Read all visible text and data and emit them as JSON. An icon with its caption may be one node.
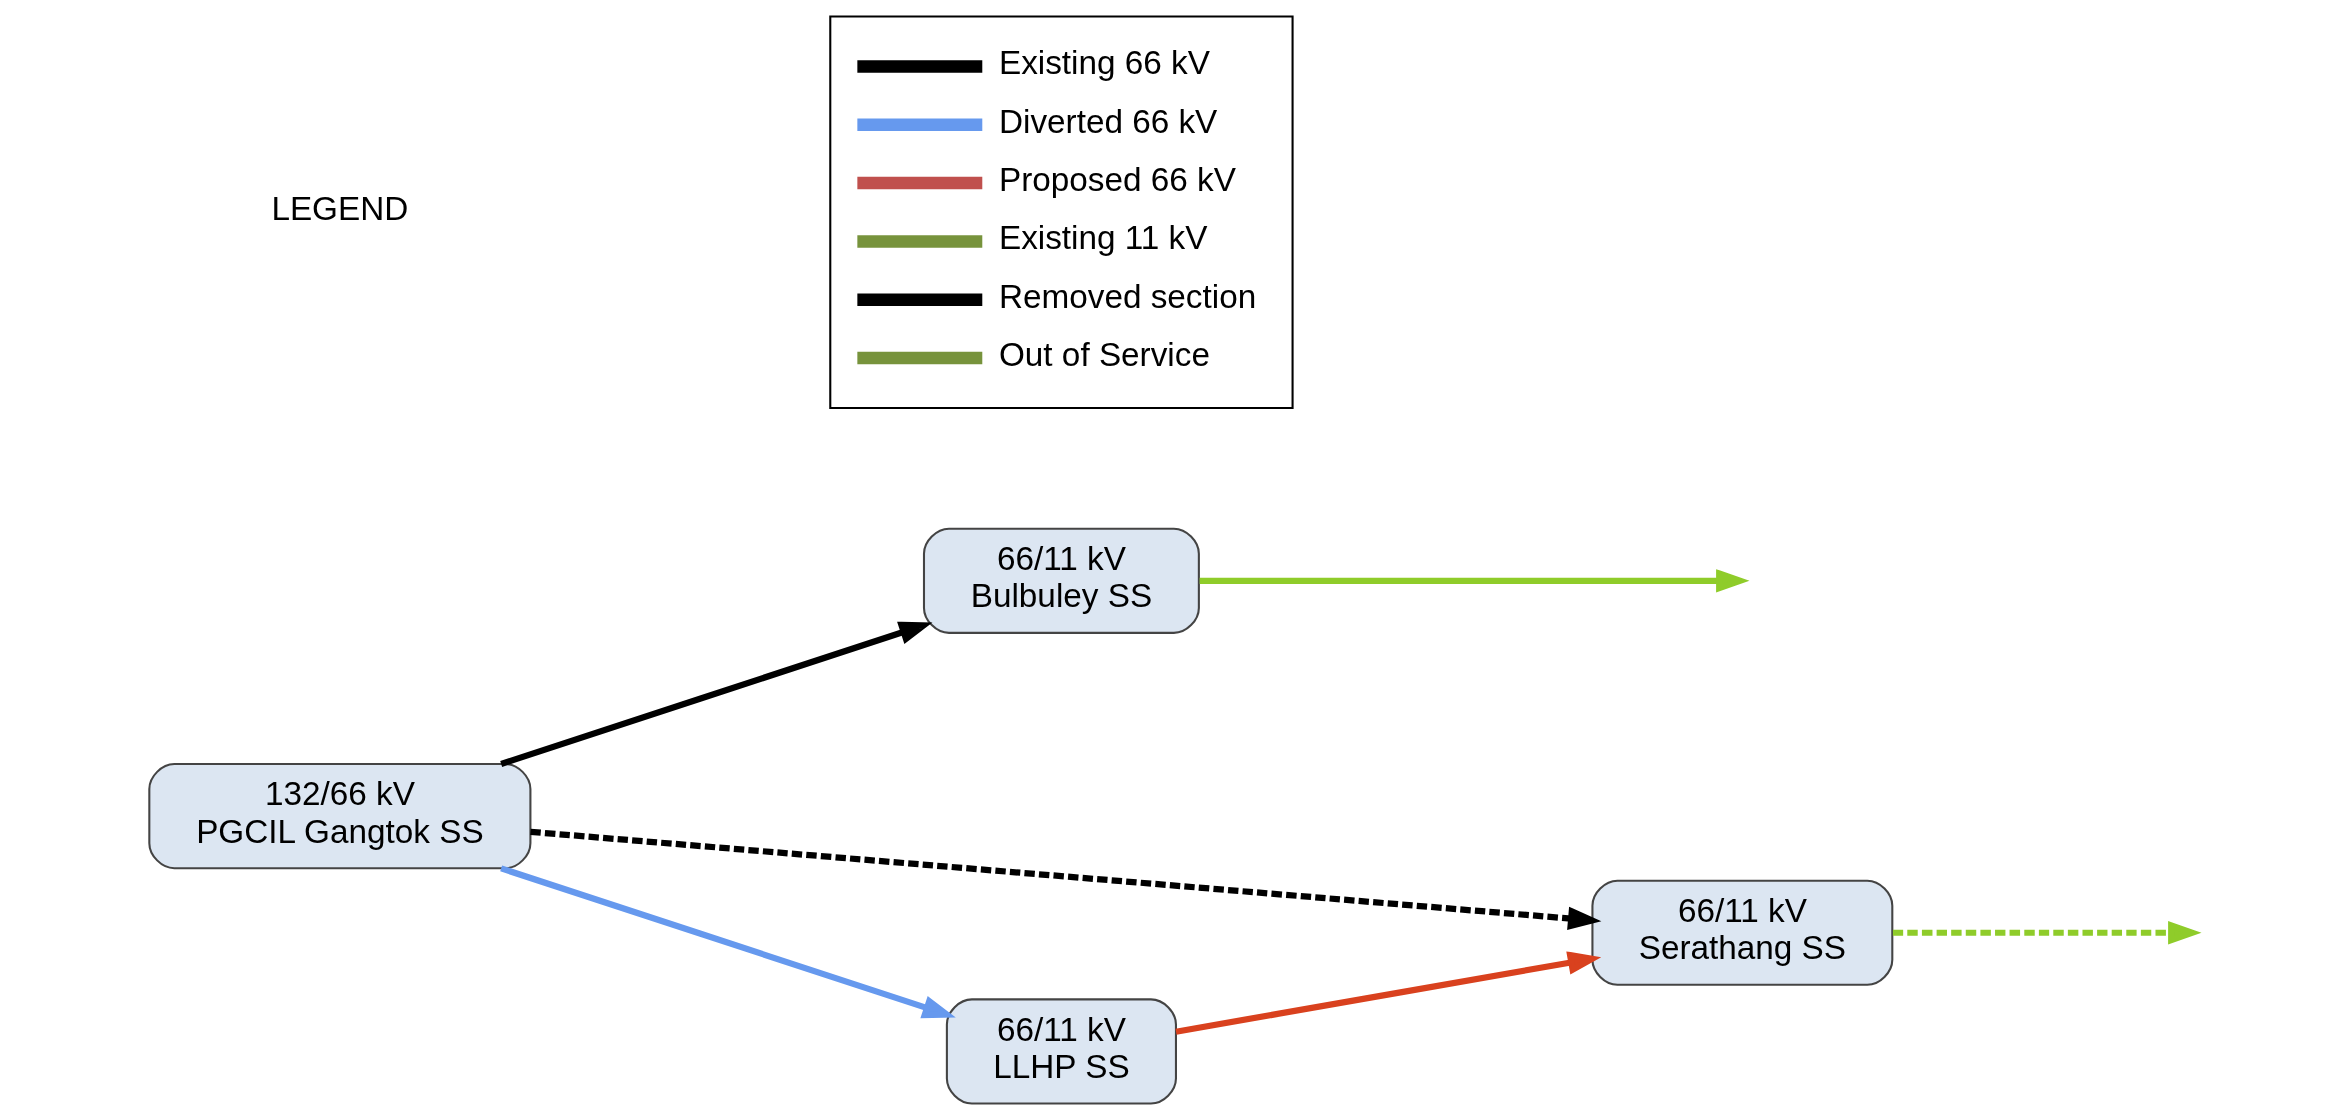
{
  "diagram": {
    "nodes": [
      {
        "text": [
          "132/66 kV",
          "PGCIL Gangtok SS"
        ]
      },
      {
        "text": [
          "66/11 kV",
          "Bulbuley SS"
        ]
      },
      {
        "text": [
          "66/11 kV",
          "Serathang SS"
        ]
      },
      {
        "text": [
          "66/11 kV",
          "LLHP SS"
        ]
      }
    ],
    "edges": [
      {
        "from": 0,
        "to": 1,
        "arrow": "to"
      },
      {
        "from": 0,
        "to": 3,
        "arrow": "to",
        "color": "#6699ee"
      },
      {
        "from": 0,
        "to": 2,
        "arrow": "to",
        "style": "dashed"
      },
      {
        "from": 3,
        "to": 2,
        "arrow": "to",
        "color": "#d9411e"
      },
      {
        "from": 1,
        "to": null,
        "arrow": "to",
        "color": "#8fcc2a"
      },
      {
        "from": 2,
        "to": null,
        "arrow": "to",
        "style": "dashed",
        "color": "#8fcc2a"
      }
    ],
    "labels": [
      "LEGEND"
    ],
    "legend": [
      {
        "text": "Existing 66 kV",
        "color": "#000000"
      },
      {
        "text": "Diverted 66 kV",
        "color": "#6699ee"
      },
      {
        "text": "Proposed 66 kV",
        "color": "#c0504d"
      },
      {
        "text": "Existing 11 kV",
        "color": "#77933c"
      },
      {
        "text": "Removed section",
        "color": "#000000"
      },
      {
        "text": "Out of Service",
        "color": "#77933c"
      }
    ]
  }
}
